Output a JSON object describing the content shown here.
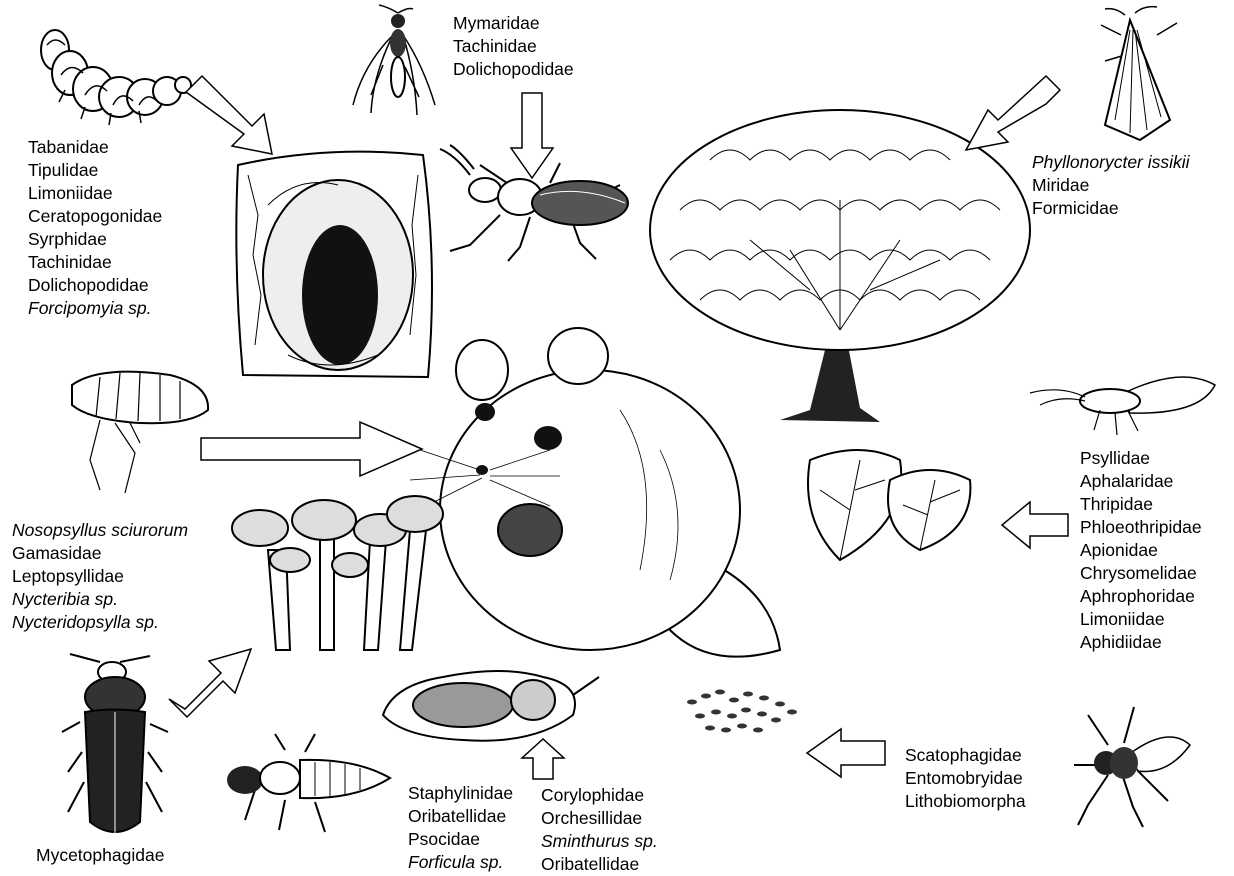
{
  "groups": {
    "tabanid": [
      "Tabanidae",
      "Tipulidae",
      "Limoniidae",
      "Ceratopogonidae",
      "Syrphidae",
      "Tachinidae",
      "Dolichopodidae"
    ],
    "tabanid_italic": [
      "Forcipomyia sp."
    ],
    "mymar": [
      "Mymaridae",
      "Tachinidae",
      "Dolichopodidae"
    ],
    "tree_italic": [
      "Phyllonorycter issikii"
    ],
    "tree": [
      "Miridae",
      "Formicidae"
    ],
    "flea_top_italic": [
      "Nosopsyllus sciurorum"
    ],
    "flea": [
      "Gamasidae",
      "Leptopsyllidae"
    ],
    "flea_bottom_italic": [
      "Nycteribia sp.",
      "Nycteridopsylla sp."
    ],
    "leaf": [
      "Psyllidae",
      "Aphalaridae",
      "Thripidae",
      "Phloeothripidae",
      "Apionidae",
      "Chrysomelidae",
      "Aphrophoridae",
      "Limoniidae",
      "Aphidiidae"
    ],
    "fungus_beetle": [
      "Mycetophagidae"
    ],
    "nest_left": [
      "Staphylinidae",
      "Oribatellidae",
      "Psocidae"
    ],
    "nest_left_italic": [
      "Forficula sp."
    ],
    "nest_right_1": [
      "Corylophidae",
      "Orchesillidae"
    ],
    "nest_right_italic": [
      "Sminthurus sp."
    ],
    "nest_right_2": [
      "Oribatellidae"
    ],
    "droppings": [
      "Scatophagidae",
      "Entomobryidae",
      "Lithobiomorpha"
    ]
  },
  "icons": [
    "larva-icon",
    "wasp-icon",
    "ground-beetle-icon",
    "moth-icon",
    "tree-icon",
    "tree-hollow-icon",
    "flea-icon",
    "dormouse-icon",
    "psyllid-icon",
    "leaves-icon",
    "mushrooms-icon",
    "fungus-beetle-icon",
    "rove-beetle-icon",
    "nest-icon",
    "droppings-icon",
    "fly-icon"
  ]
}
